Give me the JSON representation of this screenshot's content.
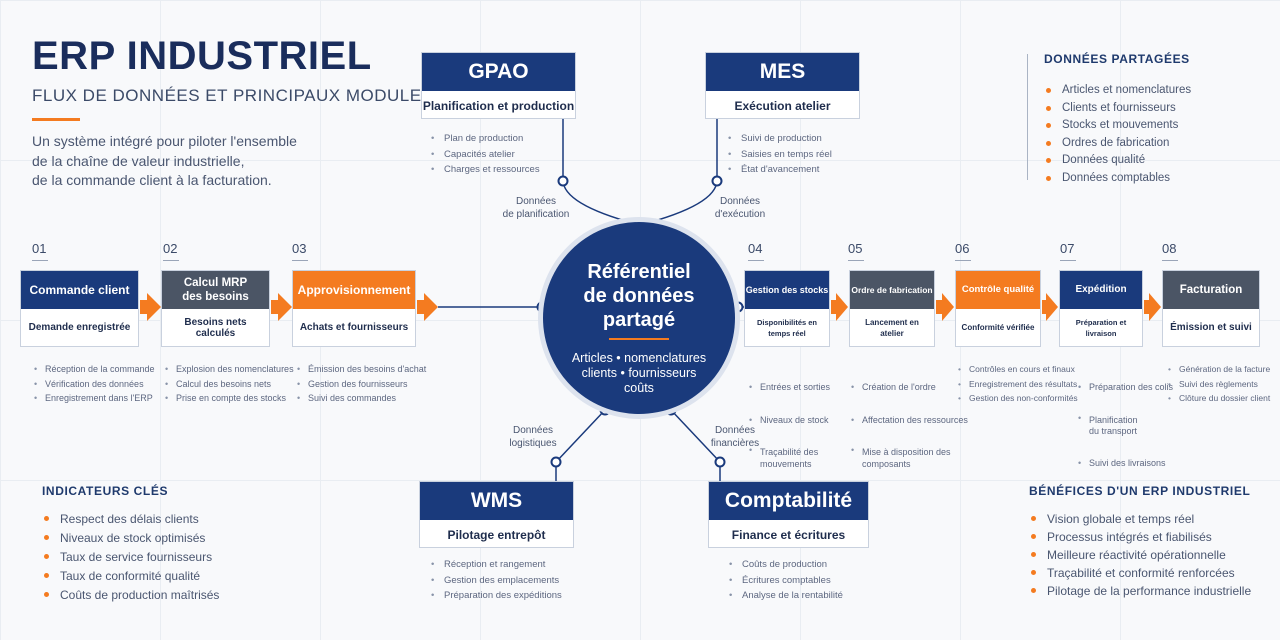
{
  "header": {
    "title": "ERP INDUSTRIEL",
    "subtitle": "FLUX DE DONNÉES ET PRINCIPAUX MODULES",
    "description": [
      "Un système intégré pour piloter l'ensemble",
      "de la chaîne de valeur industrielle,",
      "de la commande client à la facturation."
    ]
  },
  "shared_data": {
    "title": "DONNÉES PARTAGÉES",
    "items": [
      "Articles et nomenclatures",
      "Clients et fournisseurs",
      "Stocks et mouvements",
      "Ordres de fabrication",
      "Données qualité",
      "Données comptables"
    ]
  },
  "modules": {
    "gpao": {
      "name": "GPAO",
      "subtitle": "Planification et production",
      "items": [
        "Plan de production",
        "Capacités atelier",
        "Charges et ressources"
      ],
      "flow": [
        "Données",
        "de planification"
      ]
    },
    "mes": {
      "name": "MES",
      "subtitle": "Exécution atelier",
      "items": [
        "Suivi de production",
        "Saisies en temps réel",
        "État d'avancement"
      ],
      "flow": [
        "Données",
        "d'exécution"
      ]
    },
    "wms": {
      "name": "WMS",
      "subtitle": "Pilotage entrepôt",
      "items": [
        "Réception et rangement",
        "Gestion des emplacements",
        "Préparation des expéditions"
      ],
      "flow": [
        "Données",
        "logistiques"
      ]
    },
    "compta": {
      "name": "Comptabilité",
      "subtitle": "Finance et écritures",
      "items": [
        "Coûts de production",
        "Écritures comptables",
        "Analyse de la rentabilité"
      ],
      "flow": [
        "Données",
        "financières"
      ]
    }
  },
  "hub": {
    "title": [
      "Référentiel",
      "de données",
      "partagé"
    ],
    "items": [
      "Articles • nomenclatures",
      "clients • fournisseurs",
      "coûts"
    ]
  },
  "steps": [
    {
      "num": "01",
      "title": "Commande client",
      "subtitle": "Demande enregistrée",
      "items": [
        "Réception de la commande",
        "Vérification des données",
        "Enregistrement dans l'ERP"
      ],
      "color": "navy"
    },
    {
      "num": "02",
      "title": "Calcul MRP\ndes besoins",
      "subtitle": "Besoins nets calculés",
      "items": [
        "Explosion des nomenclatures",
        "Calcul des besoins nets",
        "Prise en compte des stocks"
      ],
      "color": "gray"
    },
    {
      "num": "03",
      "title": "Approvisionnement",
      "subtitle": "Achats et fournisseurs",
      "items": [
        "Émission des besoins d'achat",
        "Gestion des fournisseurs",
        "Suivi des commandes"
      ],
      "color": "orange"
    },
    {
      "num": "04",
      "title": "Gestion des stocks",
      "subtitle": "Disponibilités en temps réel",
      "items": [
        "Entrées et sorties",
        "Niveaux de stock",
        "Traçabilité des\nmouvements"
      ],
      "color": "navy"
    },
    {
      "num": "05",
      "title": "Ordre de fabrication",
      "subtitle": "Lancement en atelier",
      "items": [
        "Création de l'ordre",
        "Affectation des ressources",
        "Mise à disposition des\ncomposants"
      ],
      "color": "gray"
    },
    {
      "num": "06",
      "title": "Contrôle qualité",
      "subtitle": "Conformité vérifiée",
      "items": [
        "Contrôles en cours et finaux",
        "Enregistrement des résultats",
        "Gestion des non-conformités"
      ],
      "color": "orange"
    },
    {
      "num": "07",
      "title": "Expédition",
      "subtitle": "Préparation et livraison",
      "items": [
        "Préparation des colis",
        "Planification\ndu transport",
        "Suivi des livraisons"
      ],
      "color": "navy"
    },
    {
      "num": "08",
      "title": "Facturation",
      "subtitle": "Émission et suivi",
      "items": [
        "Génération de la facture",
        "Suivi des règlements",
        "Clôture du dossier client"
      ],
      "color": "gray"
    }
  ],
  "kpis": {
    "title": "INDICATEURS CLÉS",
    "items": [
      "Respect des délais clients",
      "Niveaux de stock optimisés",
      "Taux de service fournisseurs",
      "Taux de conformité qualité",
      "Coûts de production maîtrisés"
    ]
  },
  "benefits": {
    "title": "BÉNÉFICES D'UN ERP INDUSTRIEL",
    "items": [
      "Vision globale et temps réel",
      "Processus intégrés et fiabilisés",
      "Meilleure réactivité opérationnelle",
      "Traçabilité et conformité renforcées",
      "Pilotage de la performance industrielle"
    ]
  },
  "colors": {
    "navy": "#1a3a7c",
    "gray": "#4b5565",
    "orange": "#f47b20"
  }
}
